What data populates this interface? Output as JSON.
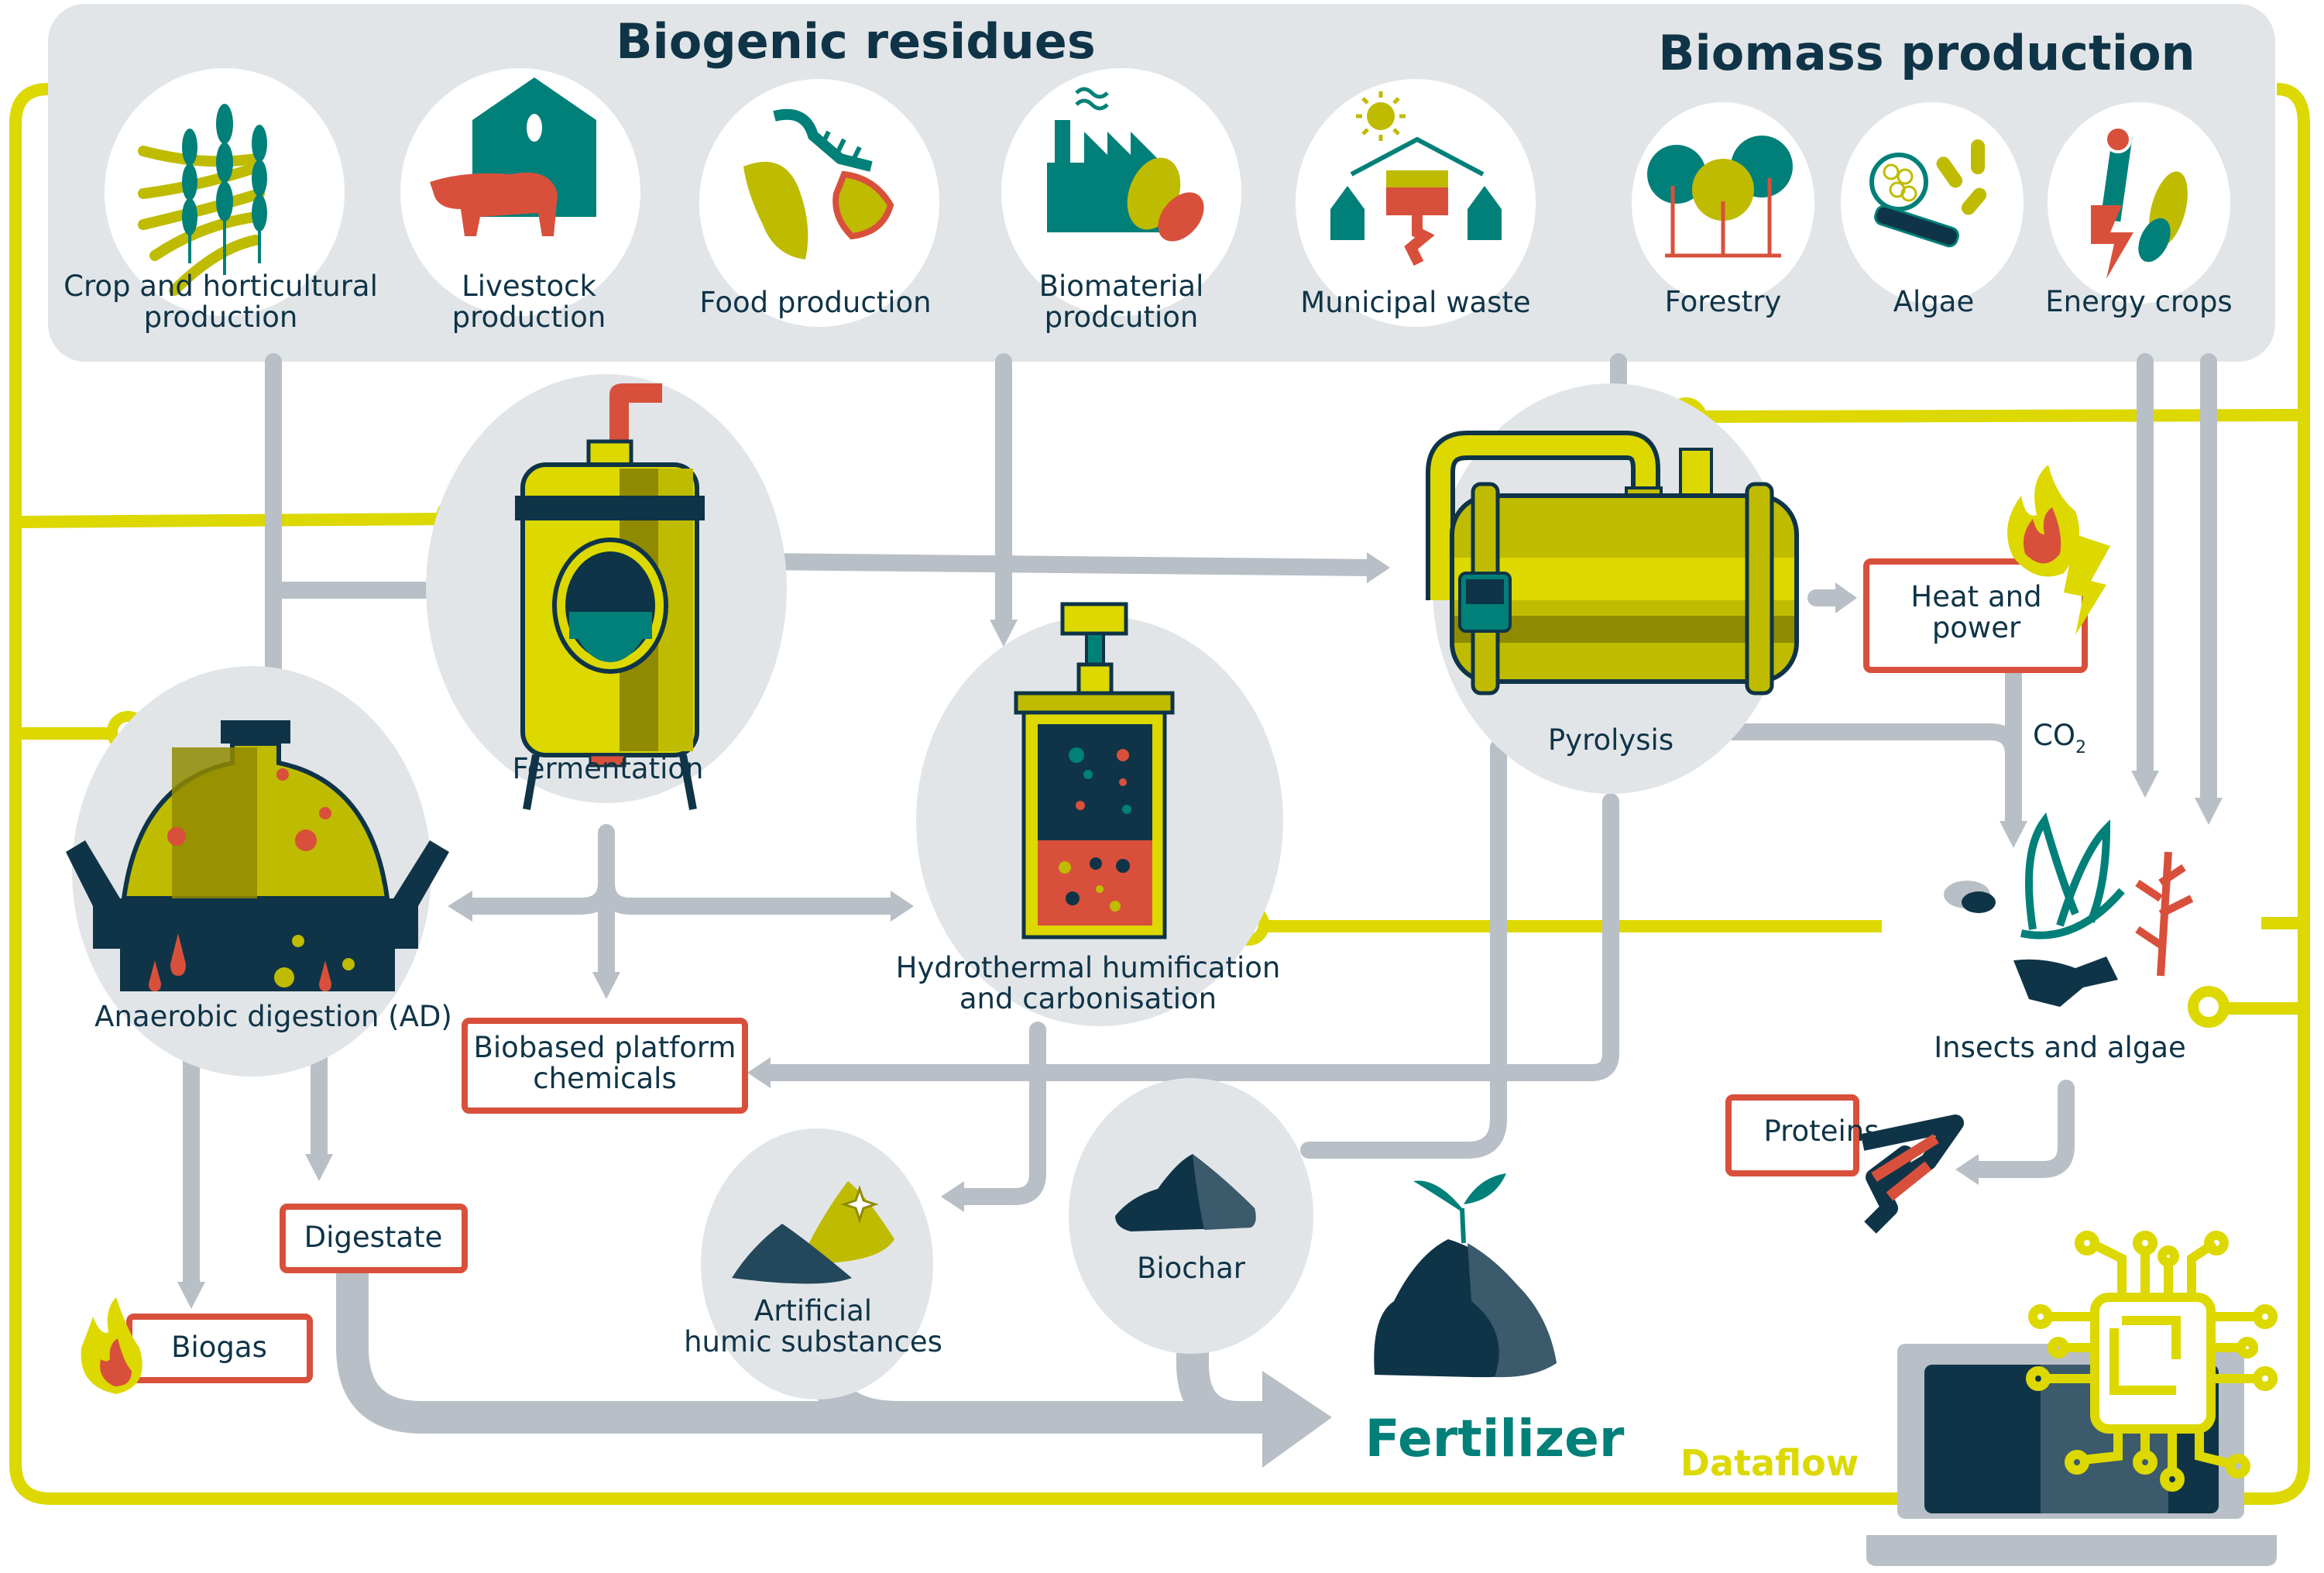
{
  "colors": {
    "navy": "#0f3447",
    "teal": "#008079",
    "yellow": "#dcd800",
    "olive": "#bfbb00",
    "dark_olive": "#908a00",
    "red": "#d8503b",
    "panel_gray": "#e2e5e8",
    "arrow_gray": "#b8bfc6",
    "slate": "#3b5a6b"
  },
  "header": {
    "biogenic_title": "Biogenic residues",
    "biomass_title": "Biomass production"
  },
  "sources": [
    {
      "id": "crop",
      "line1": "Crop and horticultural",
      "line2": "production",
      "icon": "wheat-field-icon"
    },
    {
      "id": "livestock",
      "line1": "Livestock",
      "line2": "production",
      "icon": "barn-pig-icon"
    },
    {
      "id": "food",
      "line1": "Food production",
      "line2": "",
      "icon": "food-waste-icon"
    },
    {
      "id": "biomaterial",
      "line1": "Biomaterial",
      "line2": "prodcution",
      "icon": "factory-leaf-icon"
    },
    {
      "id": "municipal",
      "line1": "Municipal waste",
      "line2": "",
      "icon": "greenhouse-icon"
    },
    {
      "id": "forestry",
      "line1": "Forestry",
      "line2": "",
      "icon": "trees-icon"
    },
    {
      "id": "algae",
      "line1": "Algae",
      "line2": "",
      "icon": "algae-cells-icon"
    },
    {
      "id": "energy_crops",
      "line1": "Energy crops",
      "line2": "",
      "icon": "energy-crops-icon"
    }
  ],
  "processes": {
    "fermentation": "Fermentation",
    "anaerobic": "Anaerobic digestion (AD)",
    "hydrothermal_line1": "Hydrothermal humification",
    "hydrothermal_line2": "and carbonisation",
    "pyrolysis": "Pyrolysis",
    "insects_algae": "Insects and algae"
  },
  "outputs": {
    "heat_power_line1": "Heat and",
    "heat_power_line2": "power",
    "co2_main": "CO",
    "co2_sub": "2",
    "biobased_line1": "Biobased platform",
    "biobased_line2": "chemicals",
    "digestate": "Digestate",
    "biogas": "Biogas",
    "proteins": "Proteins",
    "humic_line1": "Artificial",
    "humic_line2": "humic substances",
    "biochar": "Biochar",
    "fertilizer": "Fertilizer"
  },
  "dataflow_label": "Dataflow"
}
